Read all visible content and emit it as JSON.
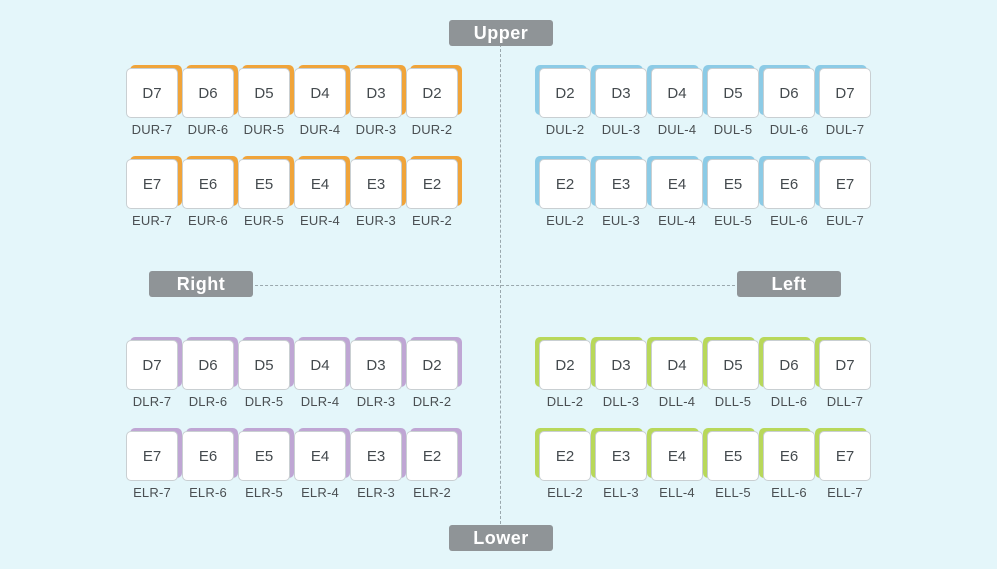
{
  "labels": {
    "upper": "Upper",
    "lower": "Lower",
    "right": "Right",
    "left": "Left"
  },
  "colors": {
    "background": "#e4f6fa",
    "label_bg": "#8f9497",
    "upper_right": "#f0a43a",
    "upper_left": "#8ccbe6",
    "lower_right": "#bfa6d4",
    "lower_left": "#b8d85a"
  },
  "rows": {
    "dur": [
      {
        "tooth": "D7",
        "code": "DUR-7"
      },
      {
        "tooth": "D6",
        "code": "DUR-6"
      },
      {
        "tooth": "D5",
        "code": "DUR-5"
      },
      {
        "tooth": "D4",
        "code": "DUR-4"
      },
      {
        "tooth": "D3",
        "code": "DUR-3"
      },
      {
        "tooth": "D2",
        "code": "DUR-2"
      }
    ],
    "eur": [
      {
        "tooth": "E7",
        "code": "EUR-7"
      },
      {
        "tooth": "E6",
        "code": "EUR-6"
      },
      {
        "tooth": "E5",
        "code": "EUR-5"
      },
      {
        "tooth": "E4",
        "code": "EUR-4"
      },
      {
        "tooth": "E3",
        "code": "EUR-3"
      },
      {
        "tooth": "E2",
        "code": "EUR-2"
      }
    ],
    "dul": [
      {
        "tooth": "D2",
        "code": "DUL-2"
      },
      {
        "tooth": "D3",
        "code": "DUL-3"
      },
      {
        "tooth": "D4",
        "code": "DUL-4"
      },
      {
        "tooth": "D5",
        "code": "DUL-5"
      },
      {
        "tooth": "D6",
        "code": "DUL-6"
      },
      {
        "tooth": "D7",
        "code": "DUL-7"
      }
    ],
    "eul": [
      {
        "tooth": "E2",
        "code": "EUL-2"
      },
      {
        "tooth": "E3",
        "code": "EUL-3"
      },
      {
        "tooth": "E4",
        "code": "EUL-4"
      },
      {
        "tooth": "E5",
        "code": "EUL-5"
      },
      {
        "tooth": "E6",
        "code": "EUL-6"
      },
      {
        "tooth": "E7",
        "code": "EUL-7"
      }
    ],
    "dlr": [
      {
        "tooth": "D7",
        "code": "DLR-7"
      },
      {
        "tooth": "D6",
        "code": "DLR-6"
      },
      {
        "tooth": "D5",
        "code": "DLR-5"
      },
      {
        "tooth": "D4",
        "code": "DLR-4"
      },
      {
        "tooth": "D3",
        "code": "DLR-3"
      },
      {
        "tooth": "D2",
        "code": "DLR-2"
      }
    ],
    "elr": [
      {
        "tooth": "E7",
        "code": "ELR-7"
      },
      {
        "tooth": "E6",
        "code": "ELR-6"
      },
      {
        "tooth": "E5",
        "code": "ELR-5"
      },
      {
        "tooth": "E4",
        "code": "ELR-4"
      },
      {
        "tooth": "E3",
        "code": "ELR-3"
      },
      {
        "tooth": "E2",
        "code": "ELR-2"
      }
    ],
    "dll": [
      {
        "tooth": "D2",
        "code": "DLL-2"
      },
      {
        "tooth": "D3",
        "code": "DLL-3"
      },
      {
        "tooth": "D4",
        "code": "DLL-4"
      },
      {
        "tooth": "D5",
        "code": "DLL-5"
      },
      {
        "tooth": "D6",
        "code": "DLL-6"
      },
      {
        "tooth": "D7",
        "code": "DLL-7"
      }
    ],
    "ell": [
      {
        "tooth": "E2",
        "code": "ELL-2"
      },
      {
        "tooth": "E3",
        "code": "ELL-3"
      },
      {
        "tooth": "E4",
        "code": "ELL-4"
      },
      {
        "tooth": "E5",
        "code": "ELL-5"
      },
      {
        "tooth": "E6",
        "code": "ELL-6"
      },
      {
        "tooth": "E7",
        "code": "ELL-7"
      }
    ]
  }
}
